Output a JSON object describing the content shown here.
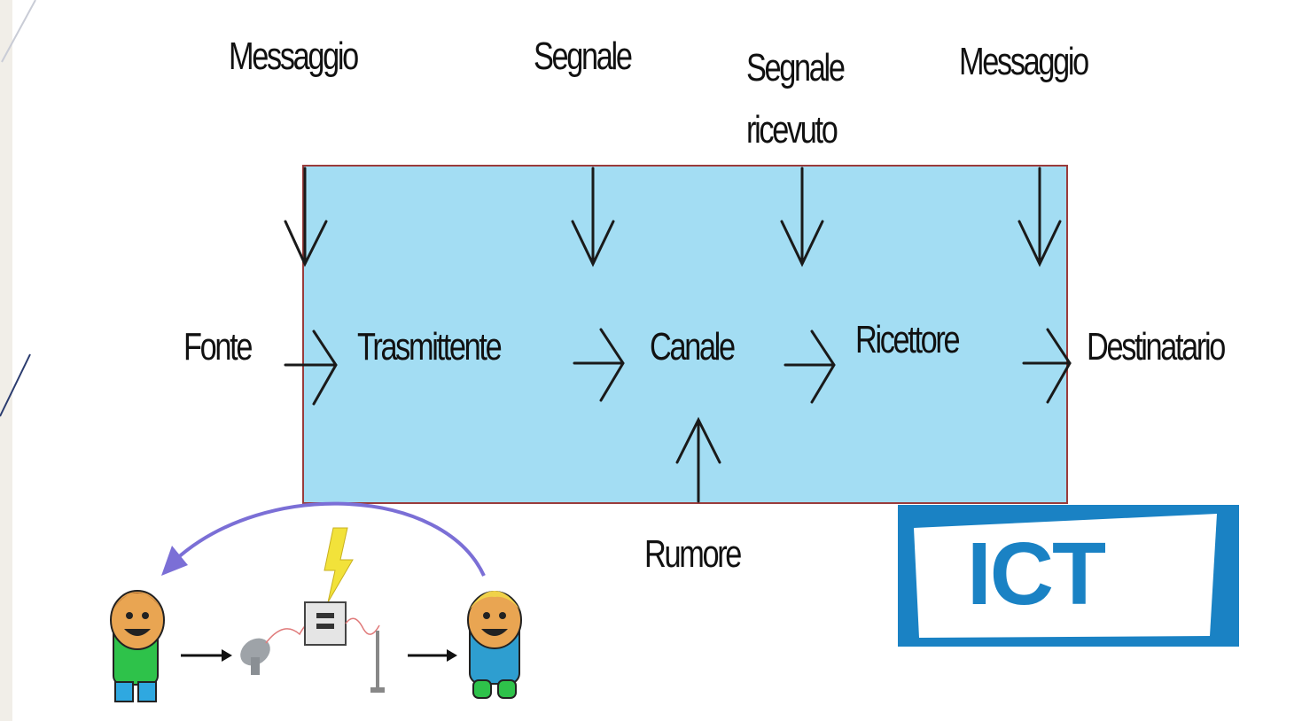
{
  "diagram": {
    "top_labels": {
      "messaggio_left": "Messaggio",
      "segnale": "Segnale",
      "segnale_ricevuto": "Segnale\nricevuto",
      "messaggio_right": "Messaggio"
    },
    "nodes": {
      "fonte": "Fonte",
      "trasmittente": "Trasmittente",
      "canale": "Canale",
      "ricettore": "Ricettore",
      "destinatario": "Destinatario"
    },
    "noise_label": "Rumore"
  },
  "logo": {
    "text": "ICT",
    "color": "#1a82c4"
  },
  "colors": {
    "highlight_fill": "#89d4f0",
    "highlight_border": "#9a3b3b",
    "arrow": "#1a1a1a",
    "feedback_arrow": "#7b6fd6"
  },
  "cartoon_icons": [
    "sender-person-icon",
    "satellite-dish-icon",
    "lightning-transmitter-icon",
    "antenna-icon",
    "receiver-person-icon"
  ]
}
